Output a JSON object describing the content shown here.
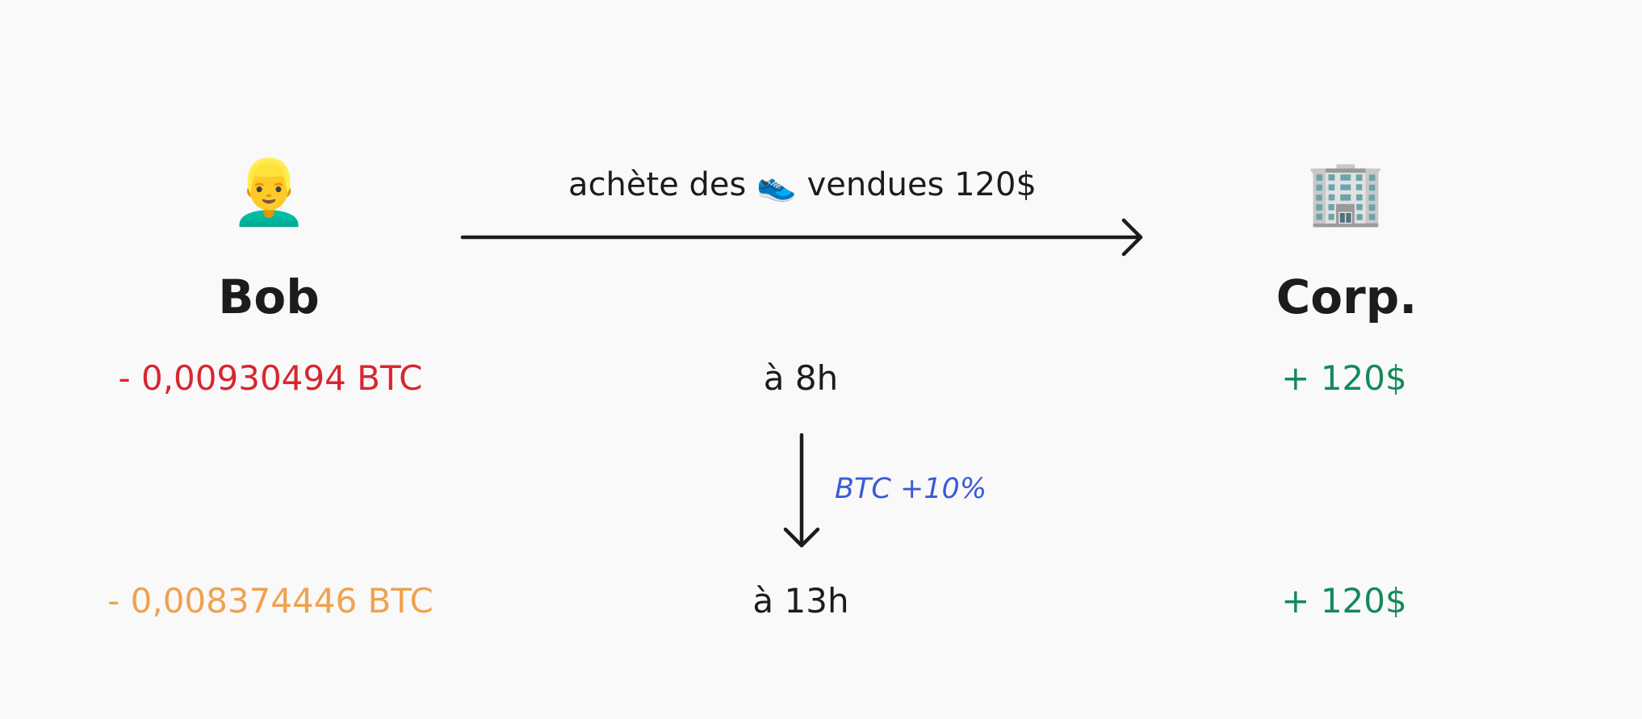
{
  "colors": {
    "text": "#1c1c1c",
    "negative_initial": "#d8262f",
    "negative_later": "#efa251",
    "positive": "#138a5a",
    "change_label": "#3a5bd6"
  },
  "buyer": {
    "emoji": "👱‍♂️",
    "icon_name": "blond-man-icon",
    "name": "Bob",
    "amount_8h": "- 0,00930494 BTC",
    "amount_13h": "- 0,008374446 BTC"
  },
  "seller": {
    "emoji": "🏢",
    "icon_name": "office-building-icon",
    "name": "Corp.",
    "amount_8h": "+ 120$",
    "amount_13h": "+ 120$"
  },
  "transaction": {
    "label": "achète des 👟 vendues 120$"
  },
  "timeline": {
    "time_1": "à 8h",
    "time_2": "à 13h",
    "change_label": "BTC +10%"
  }
}
